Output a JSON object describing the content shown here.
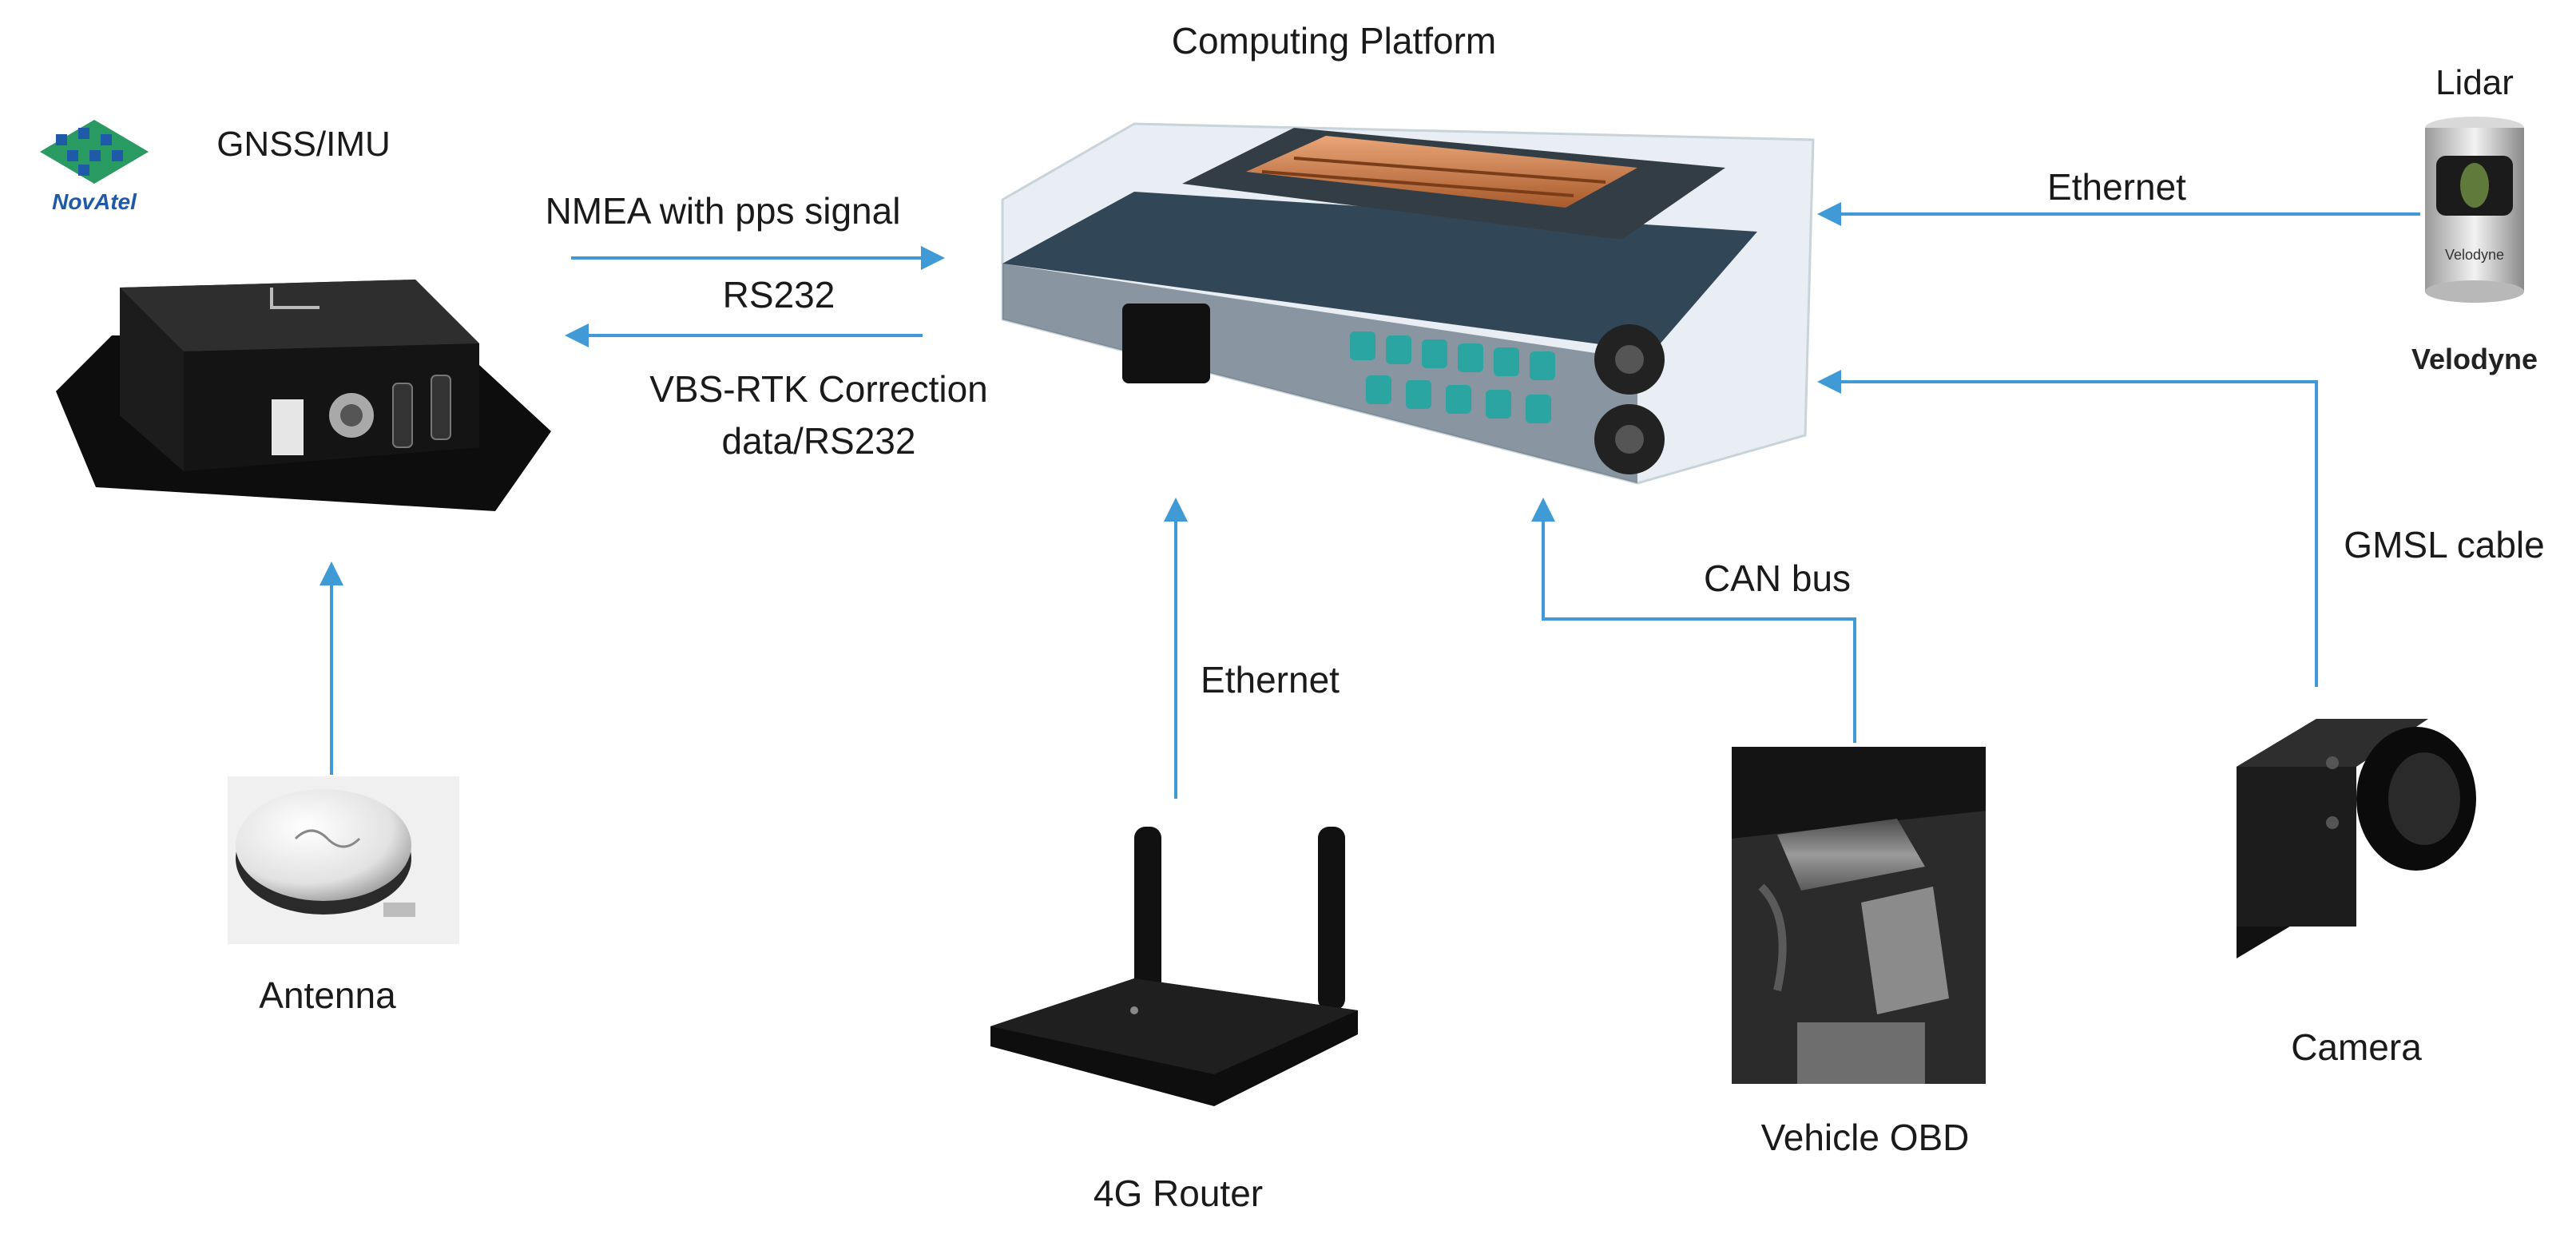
{
  "title": "Computing Platform",
  "devices": {
    "gnss_imu": {
      "label": "GNSS/IMU",
      "brand_logo_text": "NovAtel"
    },
    "antenna": {
      "label": "Antenna"
    },
    "router": {
      "label": "4G Router"
    },
    "vehicle_obd": {
      "label": "Vehicle OBD"
    },
    "camera": {
      "label": "Camera"
    },
    "lidar": {
      "label": "Lidar",
      "brand": "Velodyne",
      "device_text": "Velodyne"
    }
  },
  "connections": {
    "nmea": "NMEA with pps signal",
    "rs232": "RS232",
    "vbs_line1": "VBS-RTK Correction",
    "vbs_line2": "data/RS232",
    "lidar_link": "Ethernet",
    "router_link": "Ethernet",
    "can": "CAN bus",
    "gmsl": "GMSL cable"
  },
  "colors": {
    "arrow": "#3f9ad6",
    "text": "#1a1a1a",
    "novatel_blue": "#1f5aa8",
    "novatel_green": "#2a9a63",
    "connector_teal": "#2aa5a1",
    "copper": "#c97a45"
  }
}
